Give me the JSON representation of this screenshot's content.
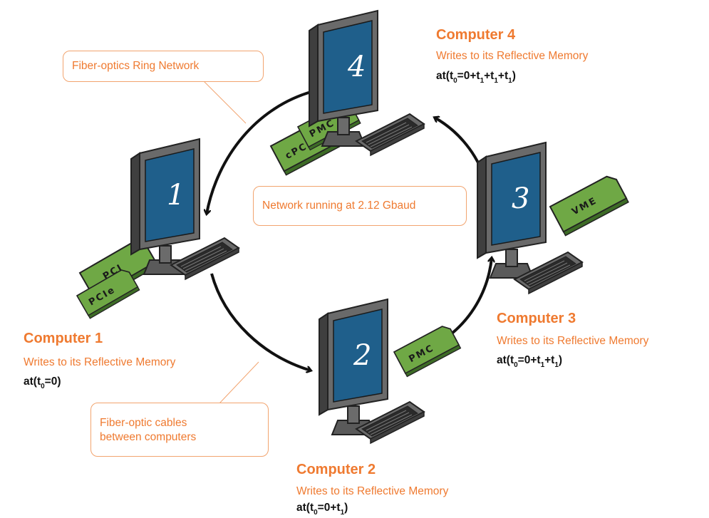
{
  "callouts": {
    "ring": "Fiber-optics Ring Network",
    "speed": "Network running at 2.12 Gbaud",
    "cables_line1": "Fiber-optic cables",
    "cables_line2": "between computers"
  },
  "computers": [
    {
      "title": "Computer 1",
      "subtitle": "Writes to its Reflective Memory",
      "time_prefix": "at(t",
      "time_suffix": "=0)",
      "screen": "1",
      "cards": [
        "PCI",
        "PCIe"
      ]
    },
    {
      "title": "Computer 2",
      "subtitle": "Writes to its Reflective Memory",
      "time_prefix": "at(t",
      "time_suffix": "=0+t",
      "time_end": ")",
      "screen": "2",
      "cards": [
        "PMC"
      ]
    },
    {
      "title": "Computer 3",
      "subtitle": "Writes to its Reflective Memory",
      "time_prefix": "at(t",
      "time_suffix": "=0+t",
      "time_mid": "+t",
      "time_end": ")",
      "screen": "3",
      "cards": [
        "VME"
      ]
    },
    {
      "title": "Computer 4",
      "subtitle": "Writes to its Reflective Memory",
      "time_prefix": "at(t",
      "time_suffix": "=0+t",
      "time_mid": "+t",
      "time_mid2": "+t",
      "time_end": ")",
      "screen": "4",
      "cards": [
        "PMC",
        "cPCI"
      ]
    }
  ],
  "subscripts": {
    "zero": "0",
    "one": "1"
  },
  "colors": {
    "accent": "#ef7a30",
    "screen": "#1f5f8b",
    "card": "#6fa845",
    "body": "#5a5a5a"
  }
}
